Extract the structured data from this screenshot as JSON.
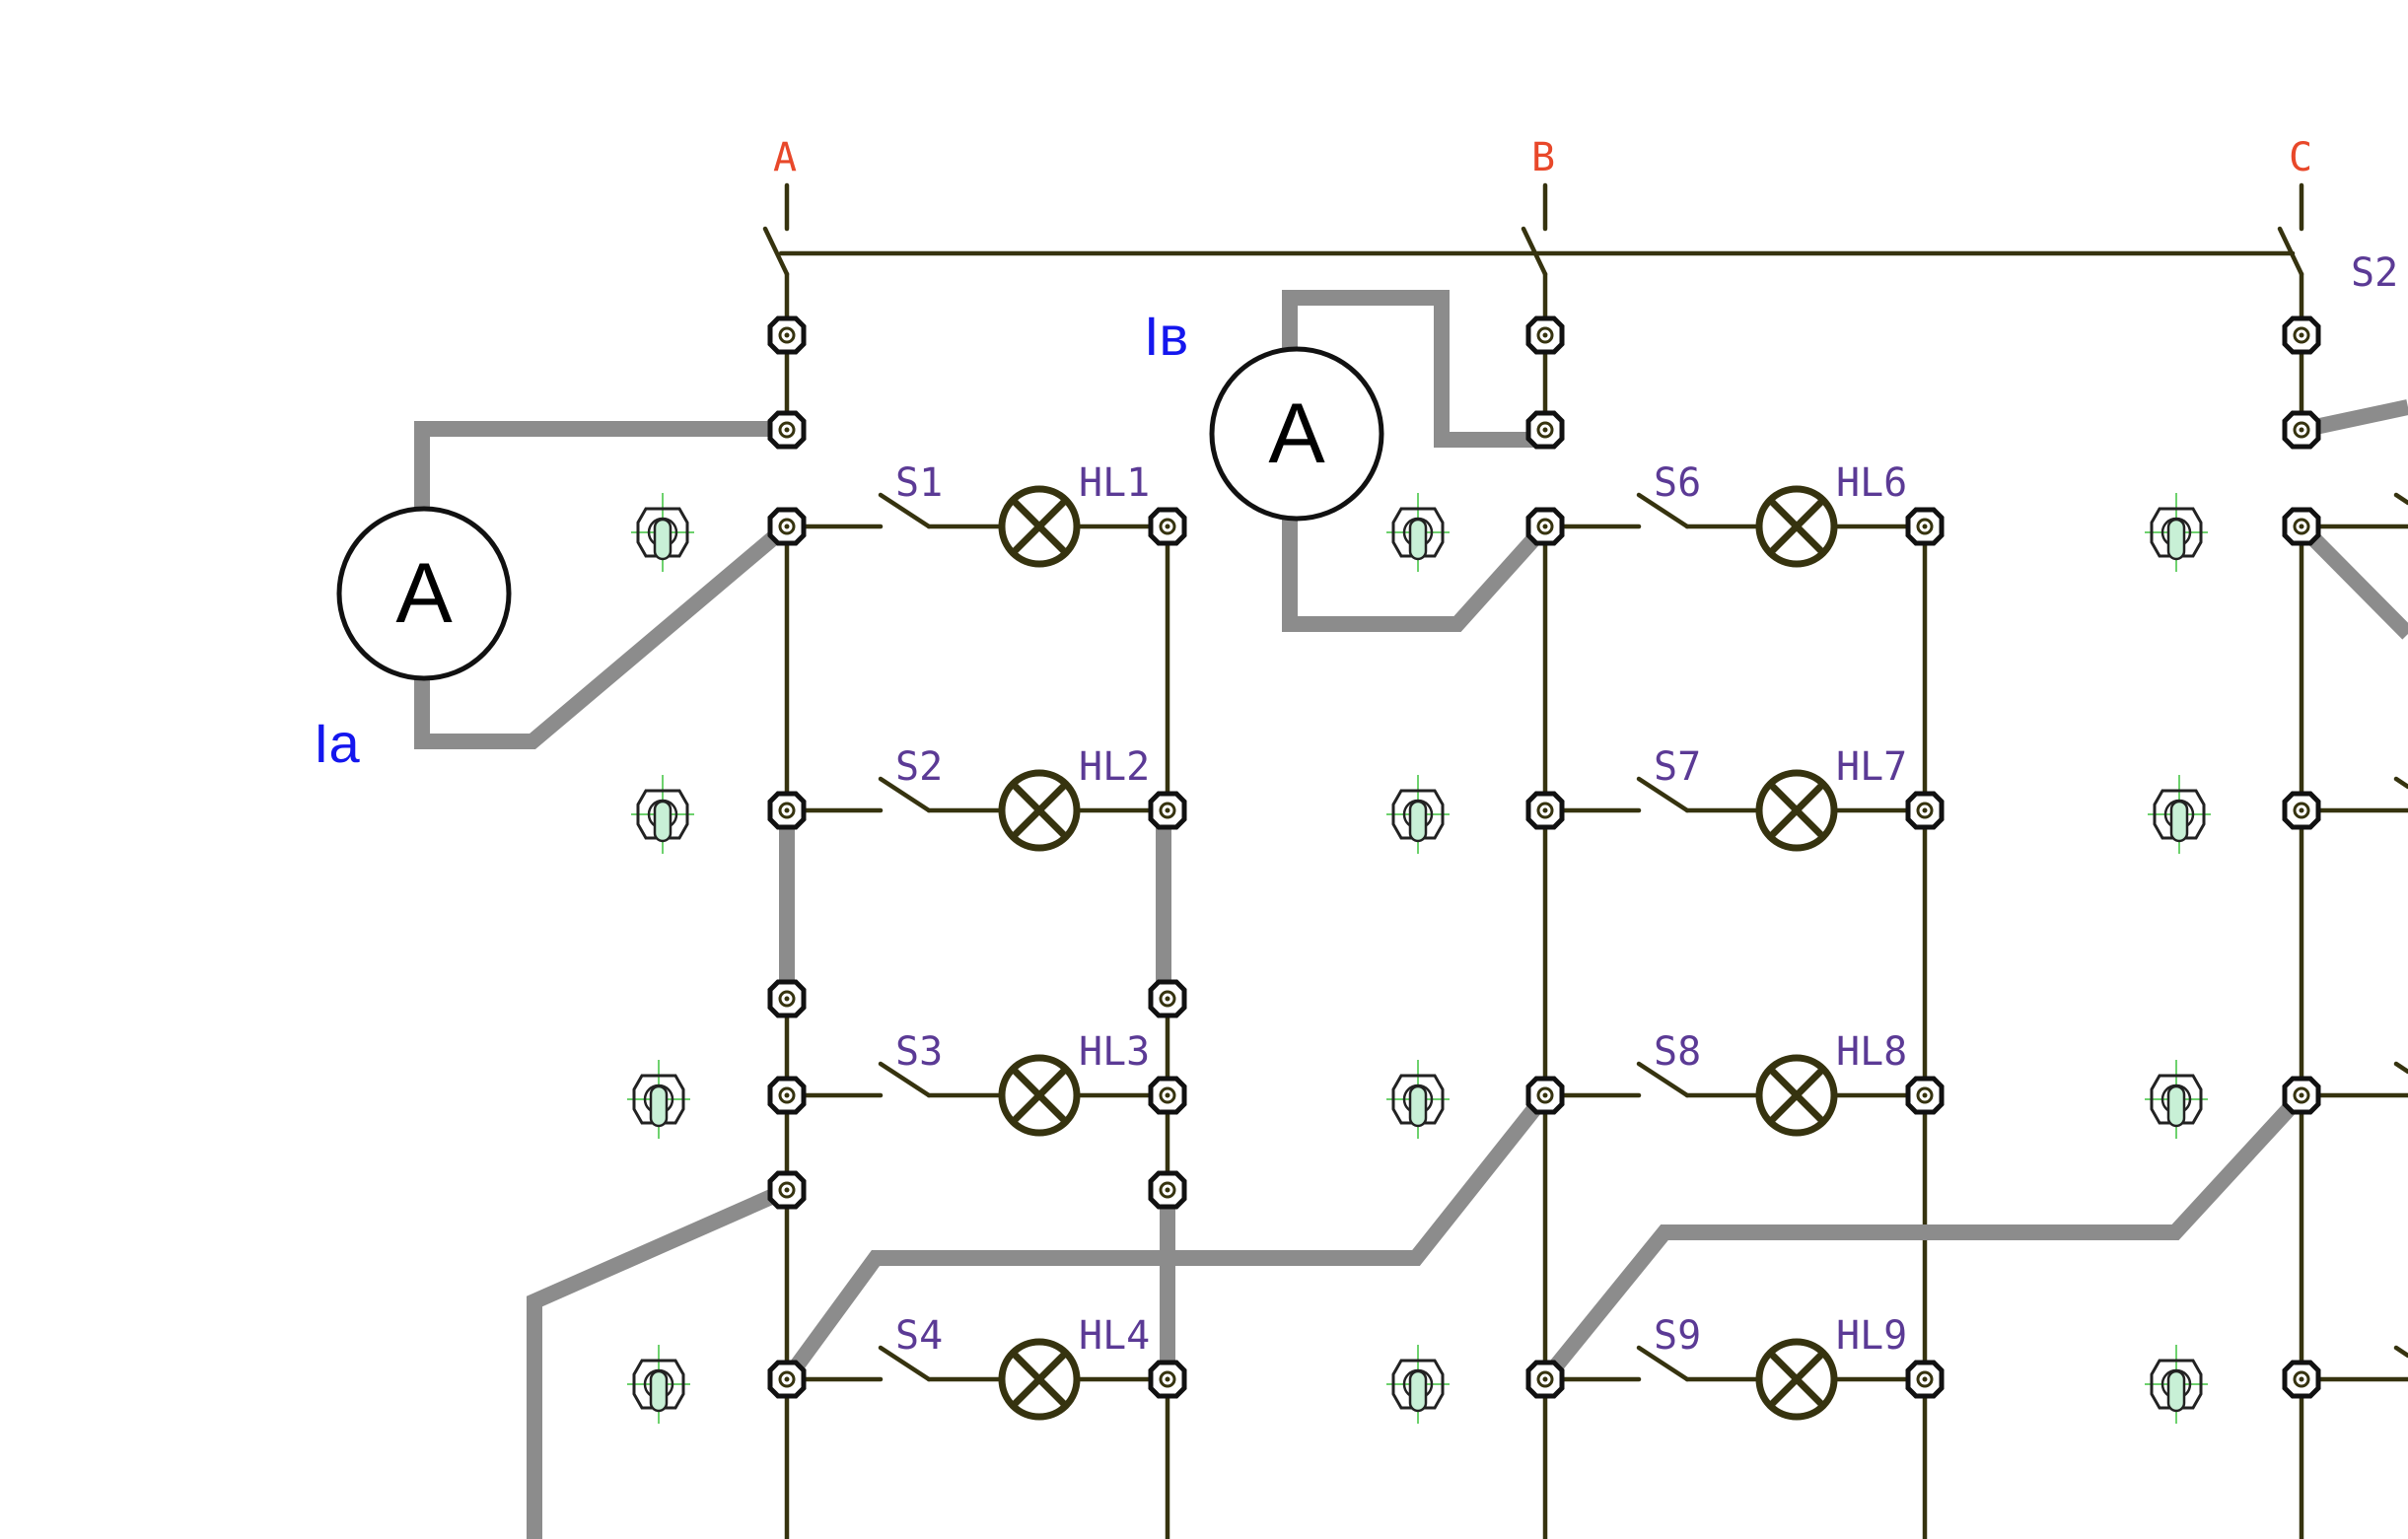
{
  "phases": [
    {
      "id": "A",
      "label": "A"
    },
    {
      "id": "B",
      "label": "B"
    },
    {
      "id": "C",
      "label": "C"
    }
  ],
  "breaker_label": "S2",
  "ammeters": [
    {
      "id": "ia",
      "symbol": "A",
      "label": "Ia"
    },
    {
      "id": "ib",
      "symbol": "A",
      "label": "Iв"
    }
  ],
  "group_a": {
    "switches": [
      "S1",
      "S2",
      "S3",
      "S4"
    ],
    "lamps": [
      "HL1",
      "HL2",
      "HL3",
      "HL4"
    ]
  },
  "group_b": {
    "switches": [
      "S6",
      "S7",
      "S8",
      "S9"
    ],
    "lamps": [
      "HL6",
      "HL7",
      "HL8",
      "HL9"
    ]
  },
  "colors": {
    "wire": "#36330f",
    "jumper": "#8c8c8c",
    "phase_label": "#e8482a",
    "component_label": "#5b3a95",
    "meter_label": "#1416ee"
  }
}
